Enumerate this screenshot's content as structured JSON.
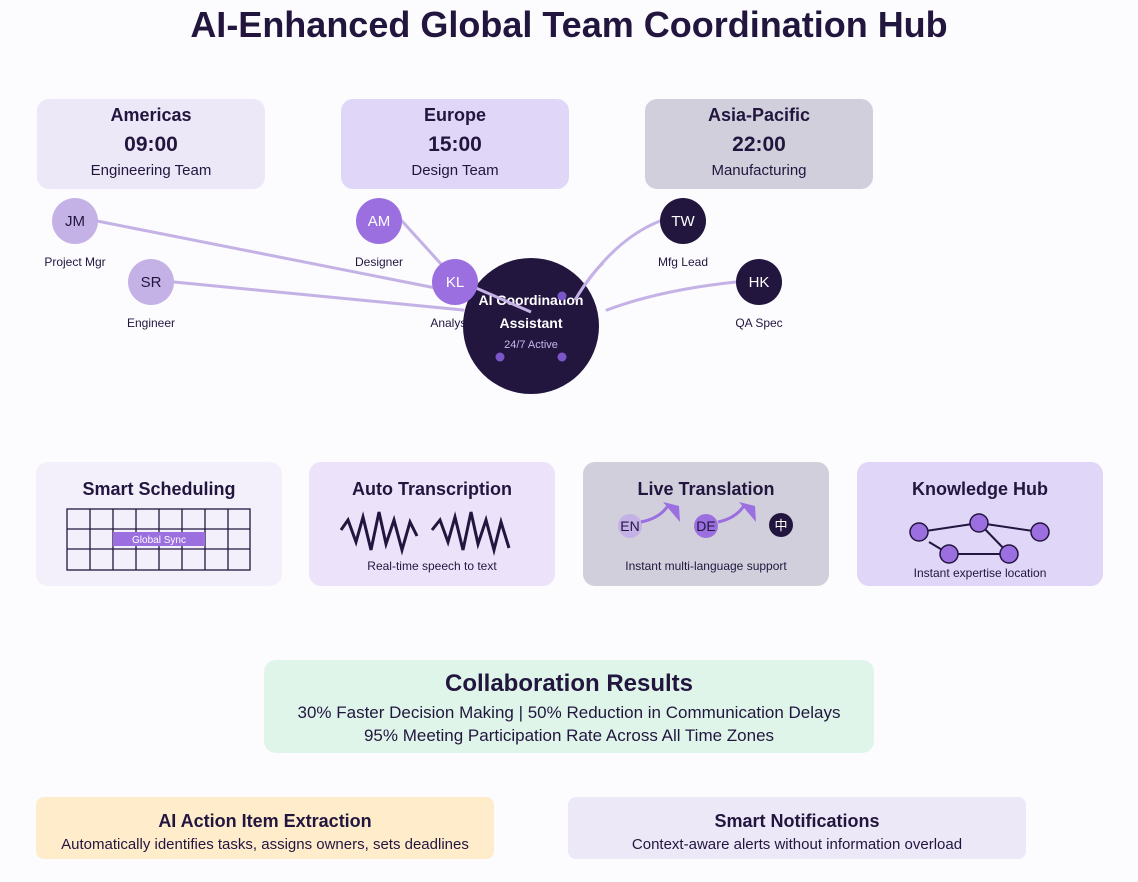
{
  "title": "AI-Enhanced Global Team Coordination Hub",
  "regions": [
    {
      "name": "Americas",
      "time": "09:00",
      "team": "Engineering Team"
    },
    {
      "name": "Europe",
      "time": "15:00",
      "team": "Design Team"
    },
    {
      "name": "Asia-Pacific",
      "time": "22:00",
      "team": "Manufacturing"
    }
  ],
  "members": [
    {
      "initials": "JM",
      "role": "Project Mgr"
    },
    {
      "initials": "SR",
      "role": "Engineer"
    },
    {
      "initials": "AM",
      "role": "Designer"
    },
    {
      "initials": "KL",
      "role": "Analyst"
    },
    {
      "initials": "TW",
      "role": "Mfg Lead"
    },
    {
      "initials": "HK",
      "role": "QA Spec"
    }
  ],
  "hub": {
    "line1": "AI Coordination",
    "line2": "Assistant",
    "status": "24/7 Active"
  },
  "features": [
    {
      "title": "Smart Scheduling",
      "caption": "",
      "label": "Global Sync"
    },
    {
      "title": "Auto Transcription",
      "caption": "Real-time speech to text"
    },
    {
      "title": "Live Translation",
      "caption": "Instant multi-language support",
      "langs": [
        "EN",
        "DE",
        "中"
      ]
    },
    {
      "title": "Knowledge Hub",
      "caption": "Instant expertise location"
    }
  ],
  "results": {
    "title": "Collaboration Results",
    "line1": "30% Faster Decision Making | 50% Reduction in Communication Delays",
    "line2": "95% Meeting Participation Rate Across All Time Zones"
  },
  "bottom": [
    {
      "title": "AI Action Item Extraction",
      "desc": "Automatically identifies tasks, assigns owners, sets deadlines"
    },
    {
      "title": "Smart Notifications",
      "desc": "Context-aware alerts without information overload"
    }
  ],
  "colors": {
    "dark": "#22163f",
    "purple": "#9b6fe0",
    "lavender": "#c4b2e6",
    "line": "#c4b2e6",
    "americas_bg": "#ece8f7",
    "europe_bg": "#e0d6f7",
    "asia_bg": "#d1cfdb",
    "results_bg": "#e0f5ea",
    "action_bg": "#feeccb",
    "notify_bg": "#ece8f7"
  }
}
